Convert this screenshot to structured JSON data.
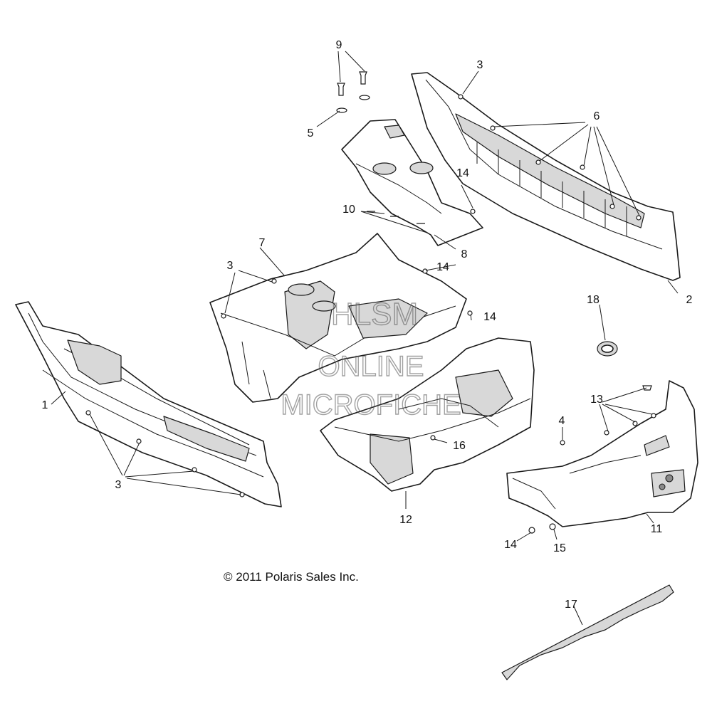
{
  "callouts": {
    "c1": "1",
    "c2": "2",
    "c3a": "3",
    "c3b": "3",
    "c3c": "3",
    "c4": "4",
    "c5": "5",
    "c6": "6",
    "c7": "7",
    "c8": "8",
    "c9": "9",
    "c10": "10",
    "c11": "11",
    "c12": "12",
    "c13": "13",
    "c14a": "14",
    "c14b": "14",
    "c14c": "14",
    "c14d": "14",
    "c15": "15",
    "c16": "16",
    "c17": "17",
    "c18": "18"
  },
  "copyright": "© 2011 Polaris Sales Inc.",
  "watermark": {
    "line1": "HLSM",
    "line2": "ONLINE",
    "line3": "MICROFICHE"
  }
}
